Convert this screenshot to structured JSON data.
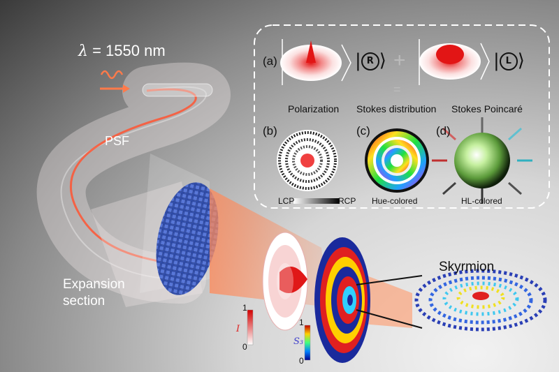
{
  "labels": {
    "wavelength_symbol": "λ",
    "wavelength_value": " = 1550 nm",
    "fiber": "PSF",
    "expansion_line1": "Expansion",
    "expansion_line2": "section",
    "skyrmion": "Skyrmion"
  },
  "panels": {
    "a_tag": "(a)",
    "b_tag": "(b)",
    "c_tag": "(c)",
    "d_tag": "(d)",
    "b_title": "Polarization",
    "c_title": "Stokes distribution",
    "d_title": "Stokes Poincaré",
    "ket_r": "R",
    "ket_l": "L",
    "plus": "+",
    "equals": "=",
    "lcp": "LCP",
    "rcp": "RCP",
    "c_caption": "Hue-colored",
    "d_caption": "HL-colored"
  },
  "colorbars": {
    "intensity_symbol": "I",
    "intensity_max": "1",
    "intensity_min": "0",
    "stokes_symbol": "S₃",
    "stokes_max": "1",
    "stokes_min": "0"
  },
  "colors": {
    "beam": "#ff7a4a",
    "fiber_core": "#ff5533",
    "facet": "#4a6fd6",
    "accent_red": "#e02020"
  }
}
